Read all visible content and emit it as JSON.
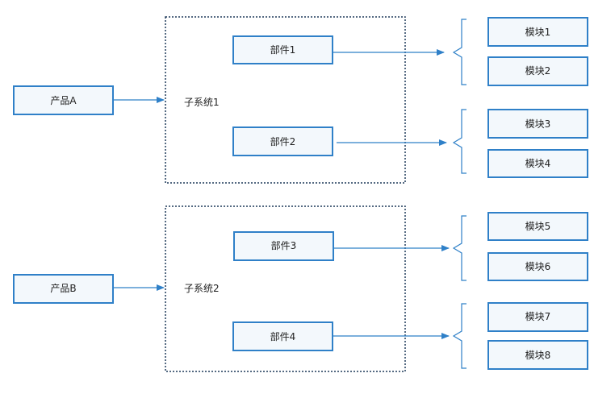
{
  "colors": {
    "box_border": "#2f80c8",
    "box_fill": "#f3f8fc",
    "subsystem_border": "#1f3a5a",
    "arrow": "#2f80c8"
  },
  "products": [
    {
      "label": "产品A"
    },
    {
      "label": "产品B"
    }
  ],
  "subsystems": [
    {
      "label": "子系统1"
    },
    {
      "label": "子系统2"
    }
  ],
  "components": [
    {
      "label": "部件1"
    },
    {
      "label": "部件2"
    },
    {
      "label": "部件3"
    },
    {
      "label": "部件4"
    }
  ],
  "modules": [
    {
      "label": "模块1"
    },
    {
      "label": "模块2"
    },
    {
      "label": "模块3"
    },
    {
      "label": "模块4"
    },
    {
      "label": "模块5"
    },
    {
      "label": "模块6"
    },
    {
      "label": "模块7"
    },
    {
      "label": "模块8"
    }
  ]
}
